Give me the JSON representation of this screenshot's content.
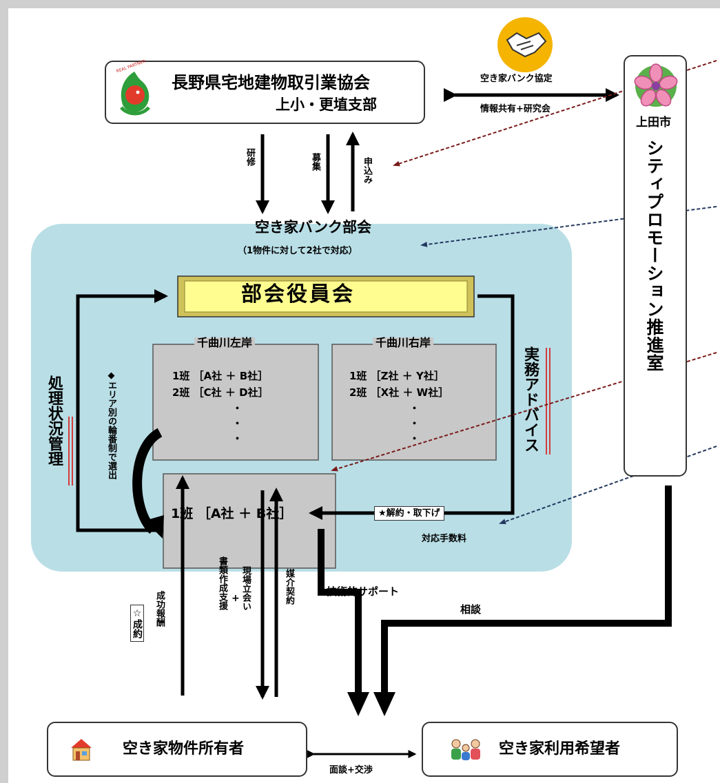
{
  "colors": {
    "bank_area": "#b9dee6",
    "officer_box": "#fffd8f",
    "officer_box_edge": "#d0c25a",
    "group_box": "#c8c8c8",
    "red_line": "#d43b3b",
    "dashed_red": "#7a1a1a",
    "dashed_blue": "#24385e",
    "badge": "#f4b400"
  },
  "icons": [
    "handshake-icon",
    "real-partner-logo",
    "sakura-emblem",
    "house-icon",
    "family-icon"
  ],
  "association": {
    "name": "長野県宅地建物取引業協会",
    "branch": "上小・更埴支部",
    "logo_text": "REAL PARTNER"
  },
  "agreement": {
    "label": "空き家バンク協定",
    "sub": "情報共有+研究会"
  },
  "city": {
    "name": "上田市",
    "department": "シティプロモーション推進室"
  },
  "arrows": {
    "training": "研修",
    "recruitment": "募集",
    "application": "申込み",
    "status_management": "処理状況管理",
    "rotation": "◆エリア別の輪番制で選出",
    "advice": "実務アドバイス",
    "site_visit": "現場立会い",
    "plus": "+",
    "document_support": "書類作成支援",
    "brokerage": "媒介契約",
    "technical_support": "技術的サポート",
    "consultation": "相談",
    "success_fee": "成功報酬",
    "contract_badge": "☆成約",
    "interview": "面談+交渉"
  },
  "bank_section": {
    "title": "空き家バンク部会",
    "subtitle": "（1物件に対して2社で対応）",
    "officers": "部会役員会"
  },
  "left_bank": {
    "title": "千曲川左岸",
    "rows": [
      "1班 ［A社 ＋ B社］",
      "2班 ［C社 ＋ D社］"
    ],
    "dots": "・\n・\n・"
  },
  "right_bank": {
    "title": "千曲川右岸",
    "rows": [
      "1班 ［Z社 ＋ Y社］",
      "2班 ［X社 ＋ W社］"
    ],
    "dots": "・\n・\n・"
  },
  "selected_group": "1班 ［A社 ＋ B社］",
  "cancellation": {
    "label": "★解約・取下げ",
    "sub": "対応手数料"
  },
  "owner": "空き家物件所有者",
  "user": "空き家利用希望者"
}
